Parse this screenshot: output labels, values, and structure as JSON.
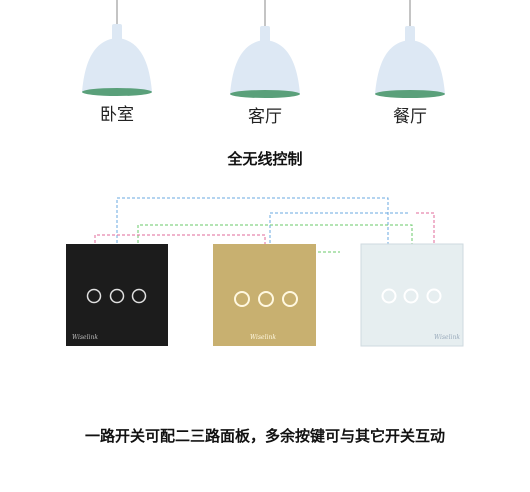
{
  "lamps": [
    {
      "label": "卧室"
    },
    {
      "label": "客厅"
    },
    {
      "label": "餐厅"
    }
  ],
  "headline": "全无线控制",
  "caption": "一路开关可配二三路面板，多余按键可与其它开关互动",
  "panels": [
    {
      "color": "#1c1c1c",
      "brand": "Wiselink"
    },
    {
      "color": "#c8b070",
      "brand": "Wiselink"
    },
    {
      "color": "#e6eef0",
      "brand": "Wiselink"
    }
  ],
  "wire_colors": {
    "blue": "#6aa8e0",
    "red": "#e06a9a",
    "green": "#6ac86a"
  },
  "lamp_shade_color": "#dde8f4",
  "lamp_inner_color": "#5aa07a"
}
